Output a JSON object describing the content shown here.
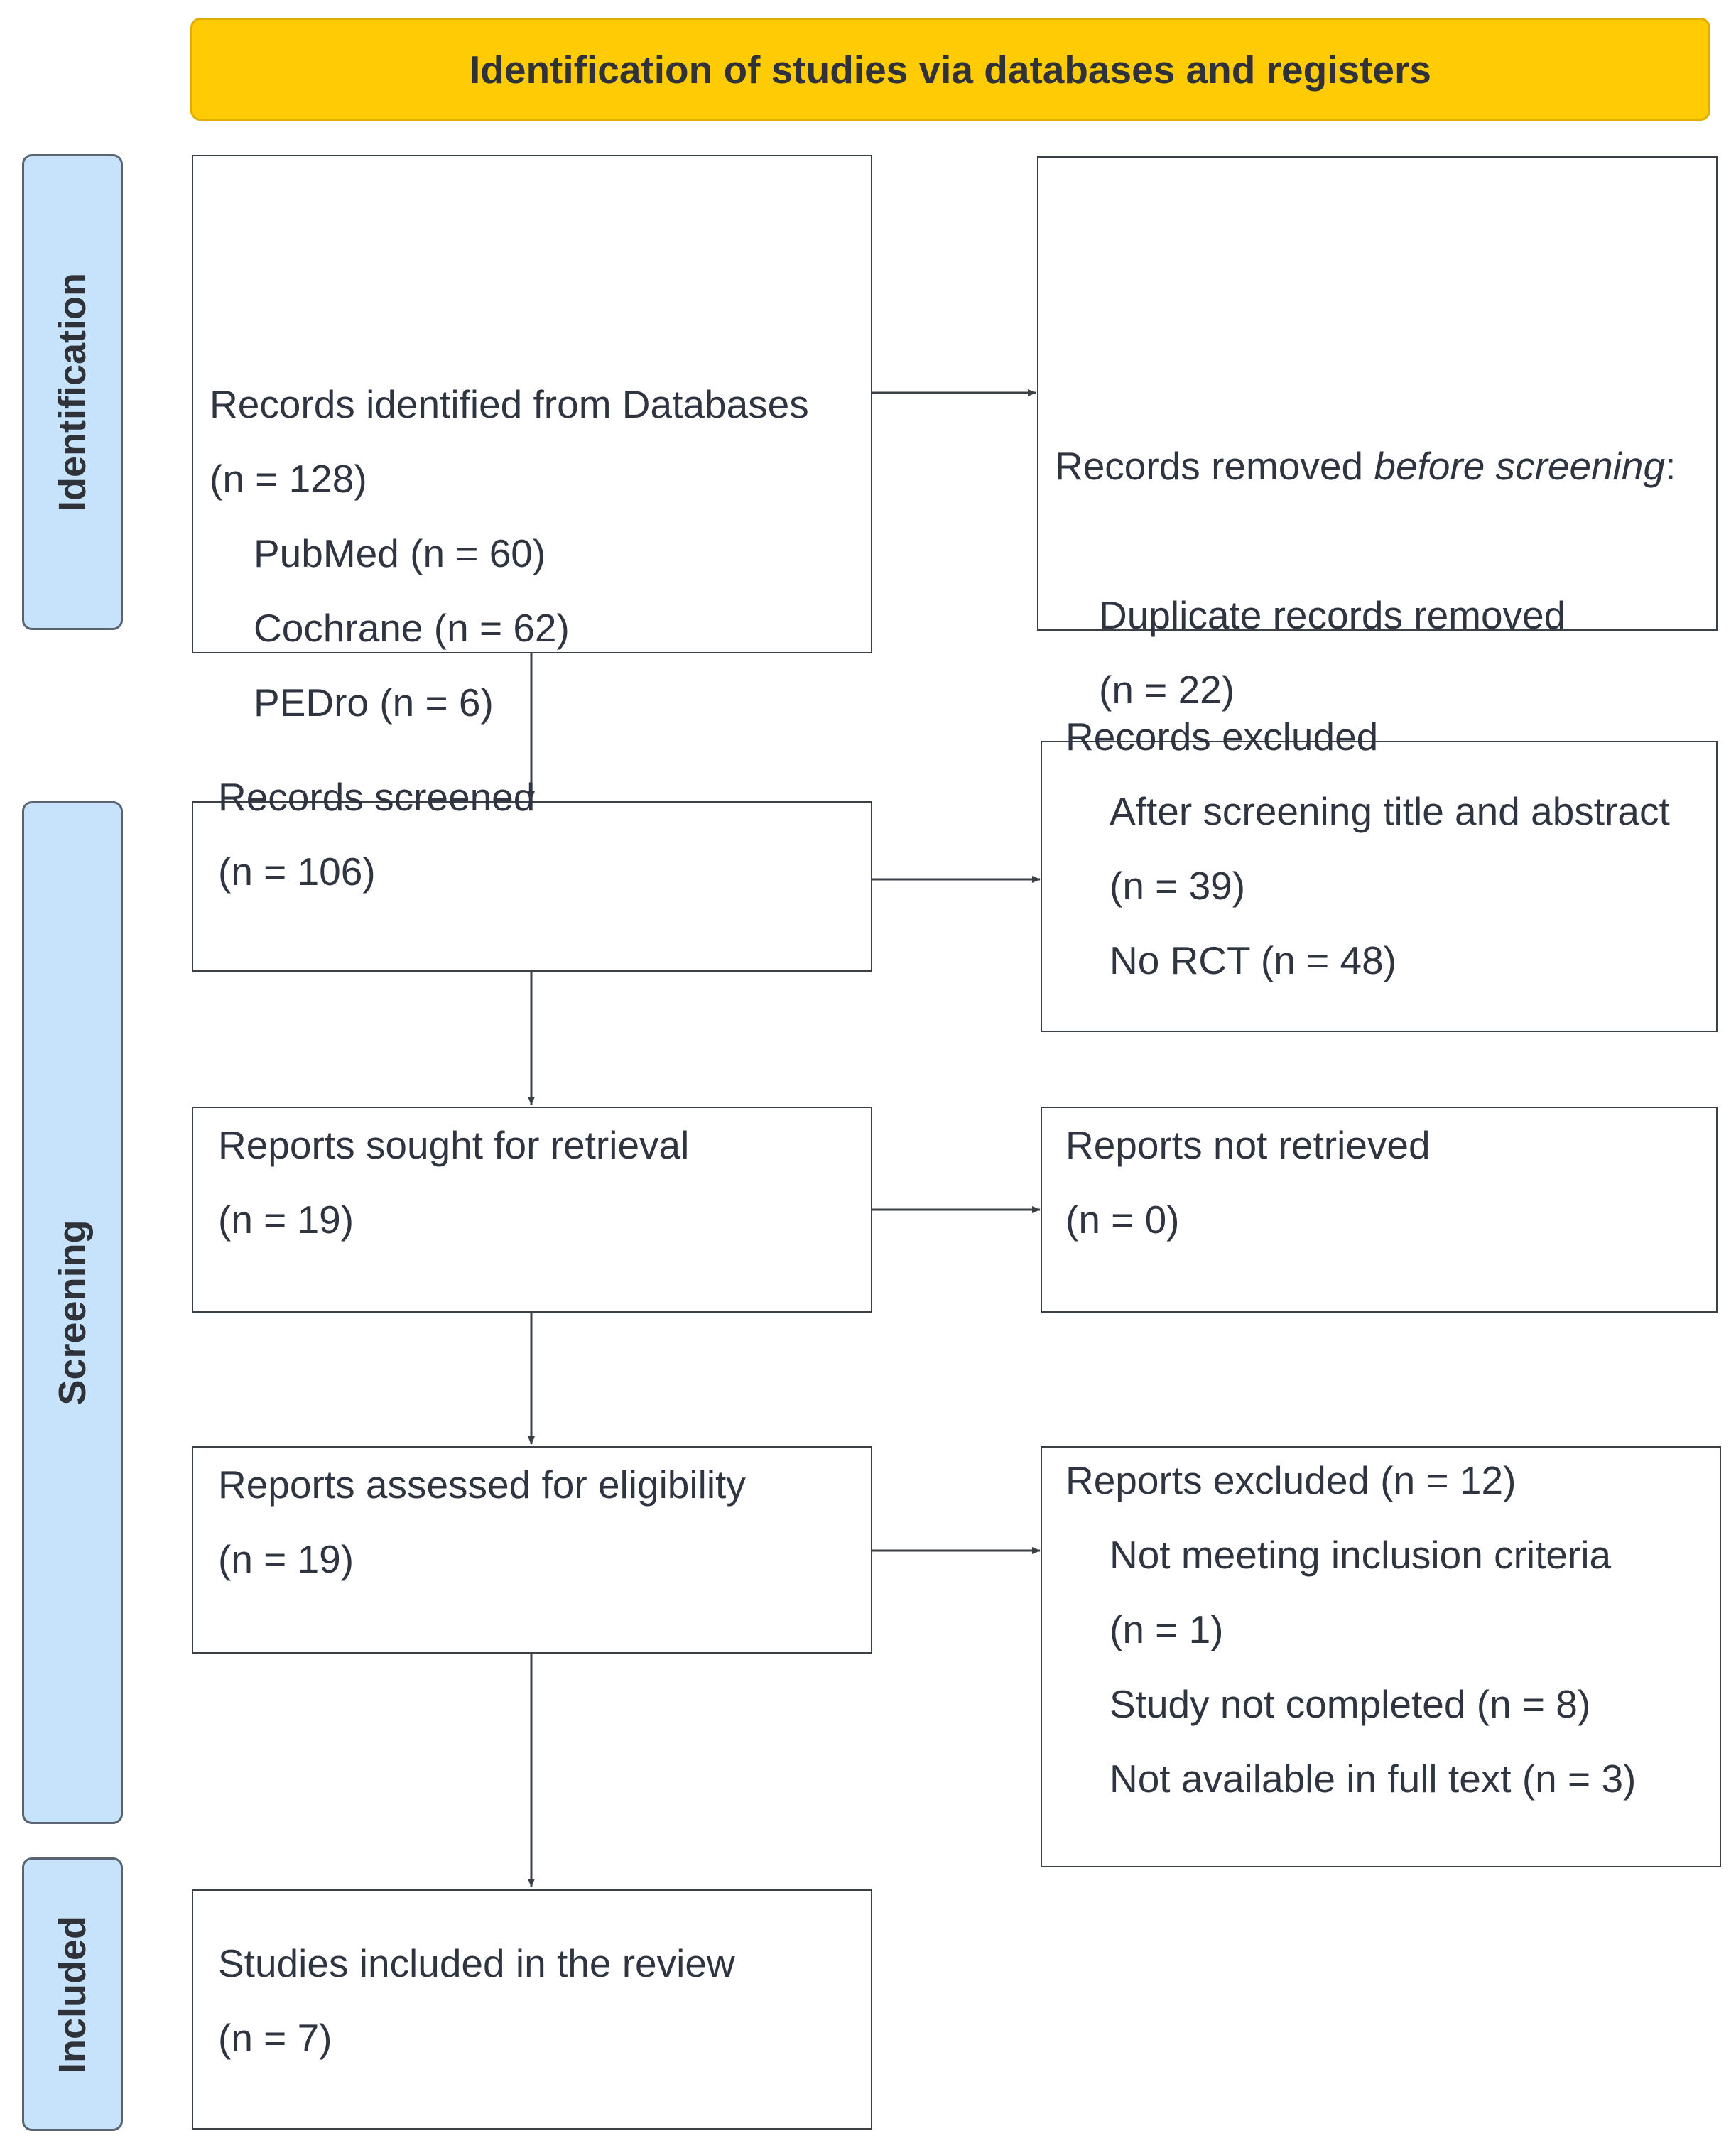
{
  "header": {
    "title": "Identification of studies via databases and registers"
  },
  "phases": {
    "identification": "Identification",
    "screening": "Screening",
    "included": "Included"
  },
  "identified": {
    "title": "Records identified from Databases",
    "count": "(n = 128)",
    "sources": [
      "PubMed (n = 60)",
      "Cochrane (n = 62)",
      "PEDro (n = 6)"
    ]
  },
  "removed": {
    "title_prefix": "Records removed ",
    "title_italic": "before screening",
    "title_suffix": ":",
    "item": "Duplicate records removed",
    "count": "(n = 22)"
  },
  "screened": {
    "title": "Records screened",
    "count": "(n = 106)"
  },
  "excluded_records": {
    "title": "Records excluded",
    "items": [
      "After screening title and abstract",
      "(n = 39)",
      "No RCT (n = 48)"
    ]
  },
  "sought": {
    "title": "Reports sought for retrieval",
    "count": "(n =  19)"
  },
  "not_retrieved": {
    "title": "Reports not retrieved",
    "count": "(n = 0)"
  },
  "assessed": {
    "title": "Reports assessed for eligibility",
    "count": "(n =  19)"
  },
  "excluded_reports": {
    "title": "Reports excluded (n = 12)",
    "items": [
      "Not meeting inclusion criteria",
      "(n = 1)",
      "Study not completed (n = 8)",
      "Not available in full text (n = 3)"
    ]
  },
  "included": {
    "title": "Studies included in the review",
    "count": "(n = 7)"
  }
}
